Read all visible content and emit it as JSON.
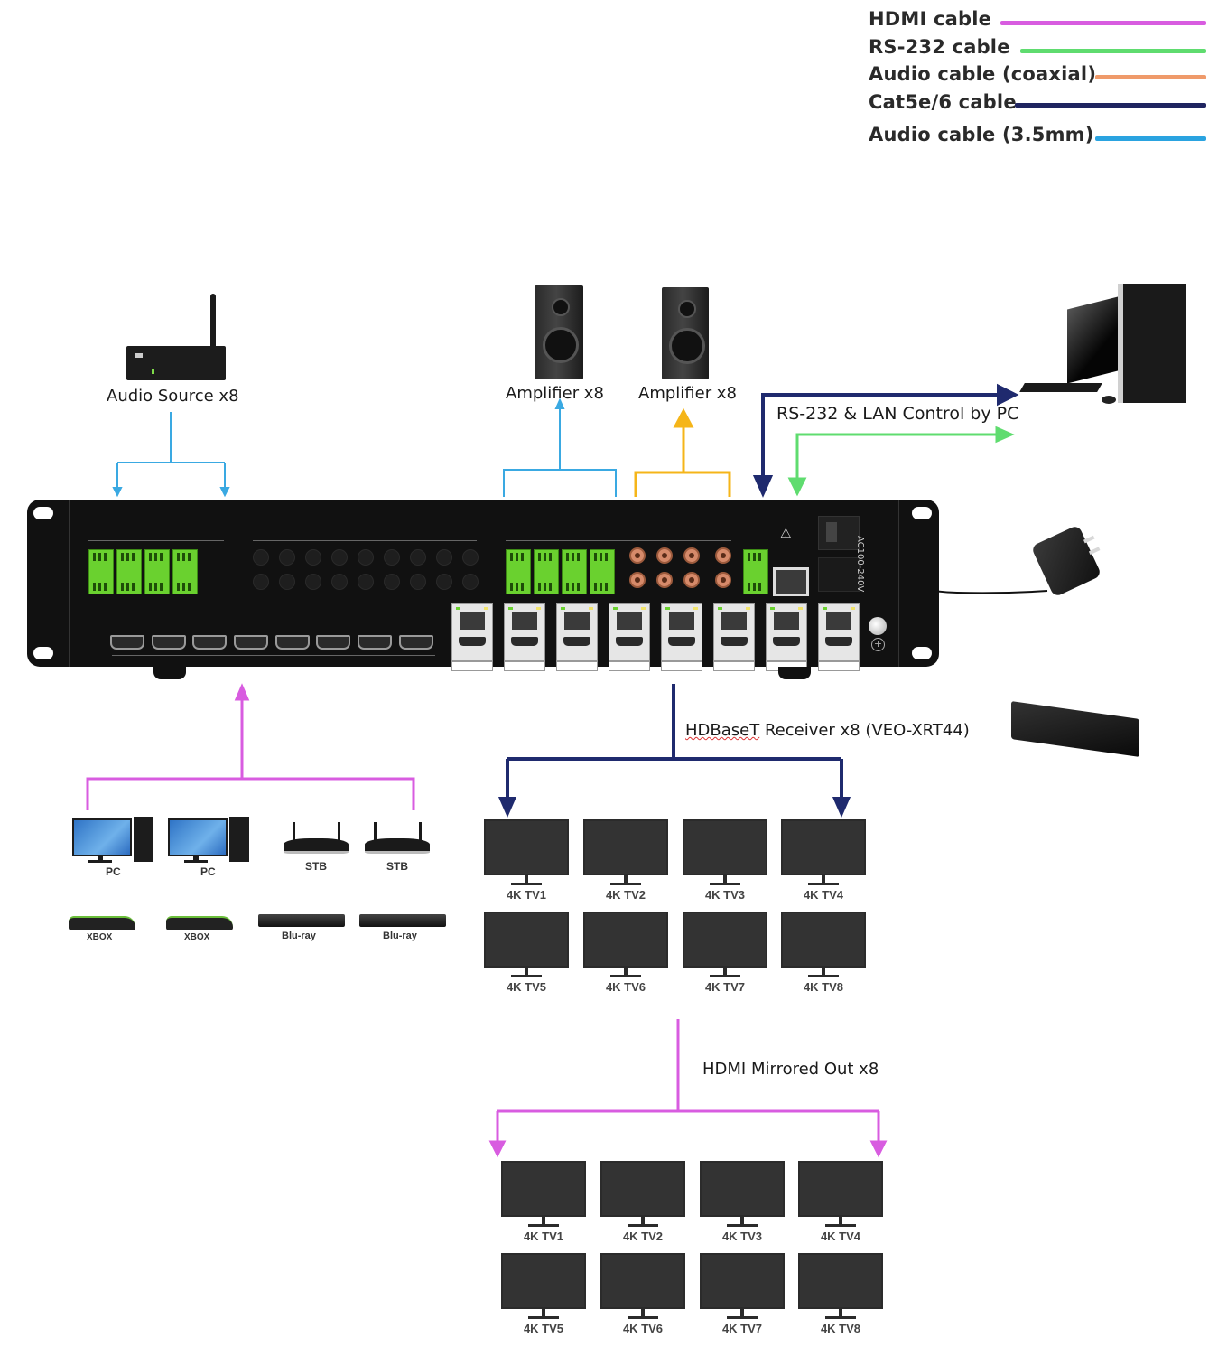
{
  "legend": {
    "items": [
      {
        "label": "HDMI cable",
        "color": "#d85ce0"
      },
      {
        "label": "RS-232 cable",
        "color": "#5fdc6f"
      },
      {
        "label": "Audio cable (coaxial)",
        "color": "#ef9a6a"
      },
      {
        "label": "Cat5e/6 cable",
        "color": "#1f2460"
      },
      {
        "label": "Audio cable (3.5mm)",
        "color": "#2aa3e0"
      }
    ]
  },
  "colors": {
    "hdmi": "#d85ce0",
    "rs232": "#5fdc6f",
    "coax": "#f5b519",
    "cat": "#1f2a6e",
    "audio35": "#3aa9e2"
  },
  "labels": {
    "audio_source": "Audio Source x8",
    "amplifier_1": "Amplifier x8",
    "amplifier_2": "Amplifier x8",
    "control": "RS-232 & LAN Control by PC",
    "hdbaset_receiver_prefix": "HDBaseT",
    "hdbaset_receiver_suffix": " Receiver x8 (VEO-XRT44)",
    "hdmi_mirrored": "HDMI Mirrored Out x8"
  },
  "sources": {
    "row1": [
      "PC",
      "PC",
      "STB",
      "STB"
    ],
    "row2": [
      "XBOX",
      "XBOX",
      "Blu-ray",
      "Blu-ray"
    ]
  },
  "hdbaset_tvs": [
    "4K TV1",
    "4K TV2",
    "4K TV3",
    "4K TV4",
    "4K TV5",
    "4K TV6",
    "4K TV7",
    "4K TV8"
  ],
  "mirrored_tvs": [
    "4K TV1",
    "4K TV2",
    "4K TV3",
    "4K TV4",
    "4K TV5",
    "4K TV6",
    "4K TV7",
    "4K TV8"
  ],
  "device": {
    "power_label": "AC100-240V"
  }
}
